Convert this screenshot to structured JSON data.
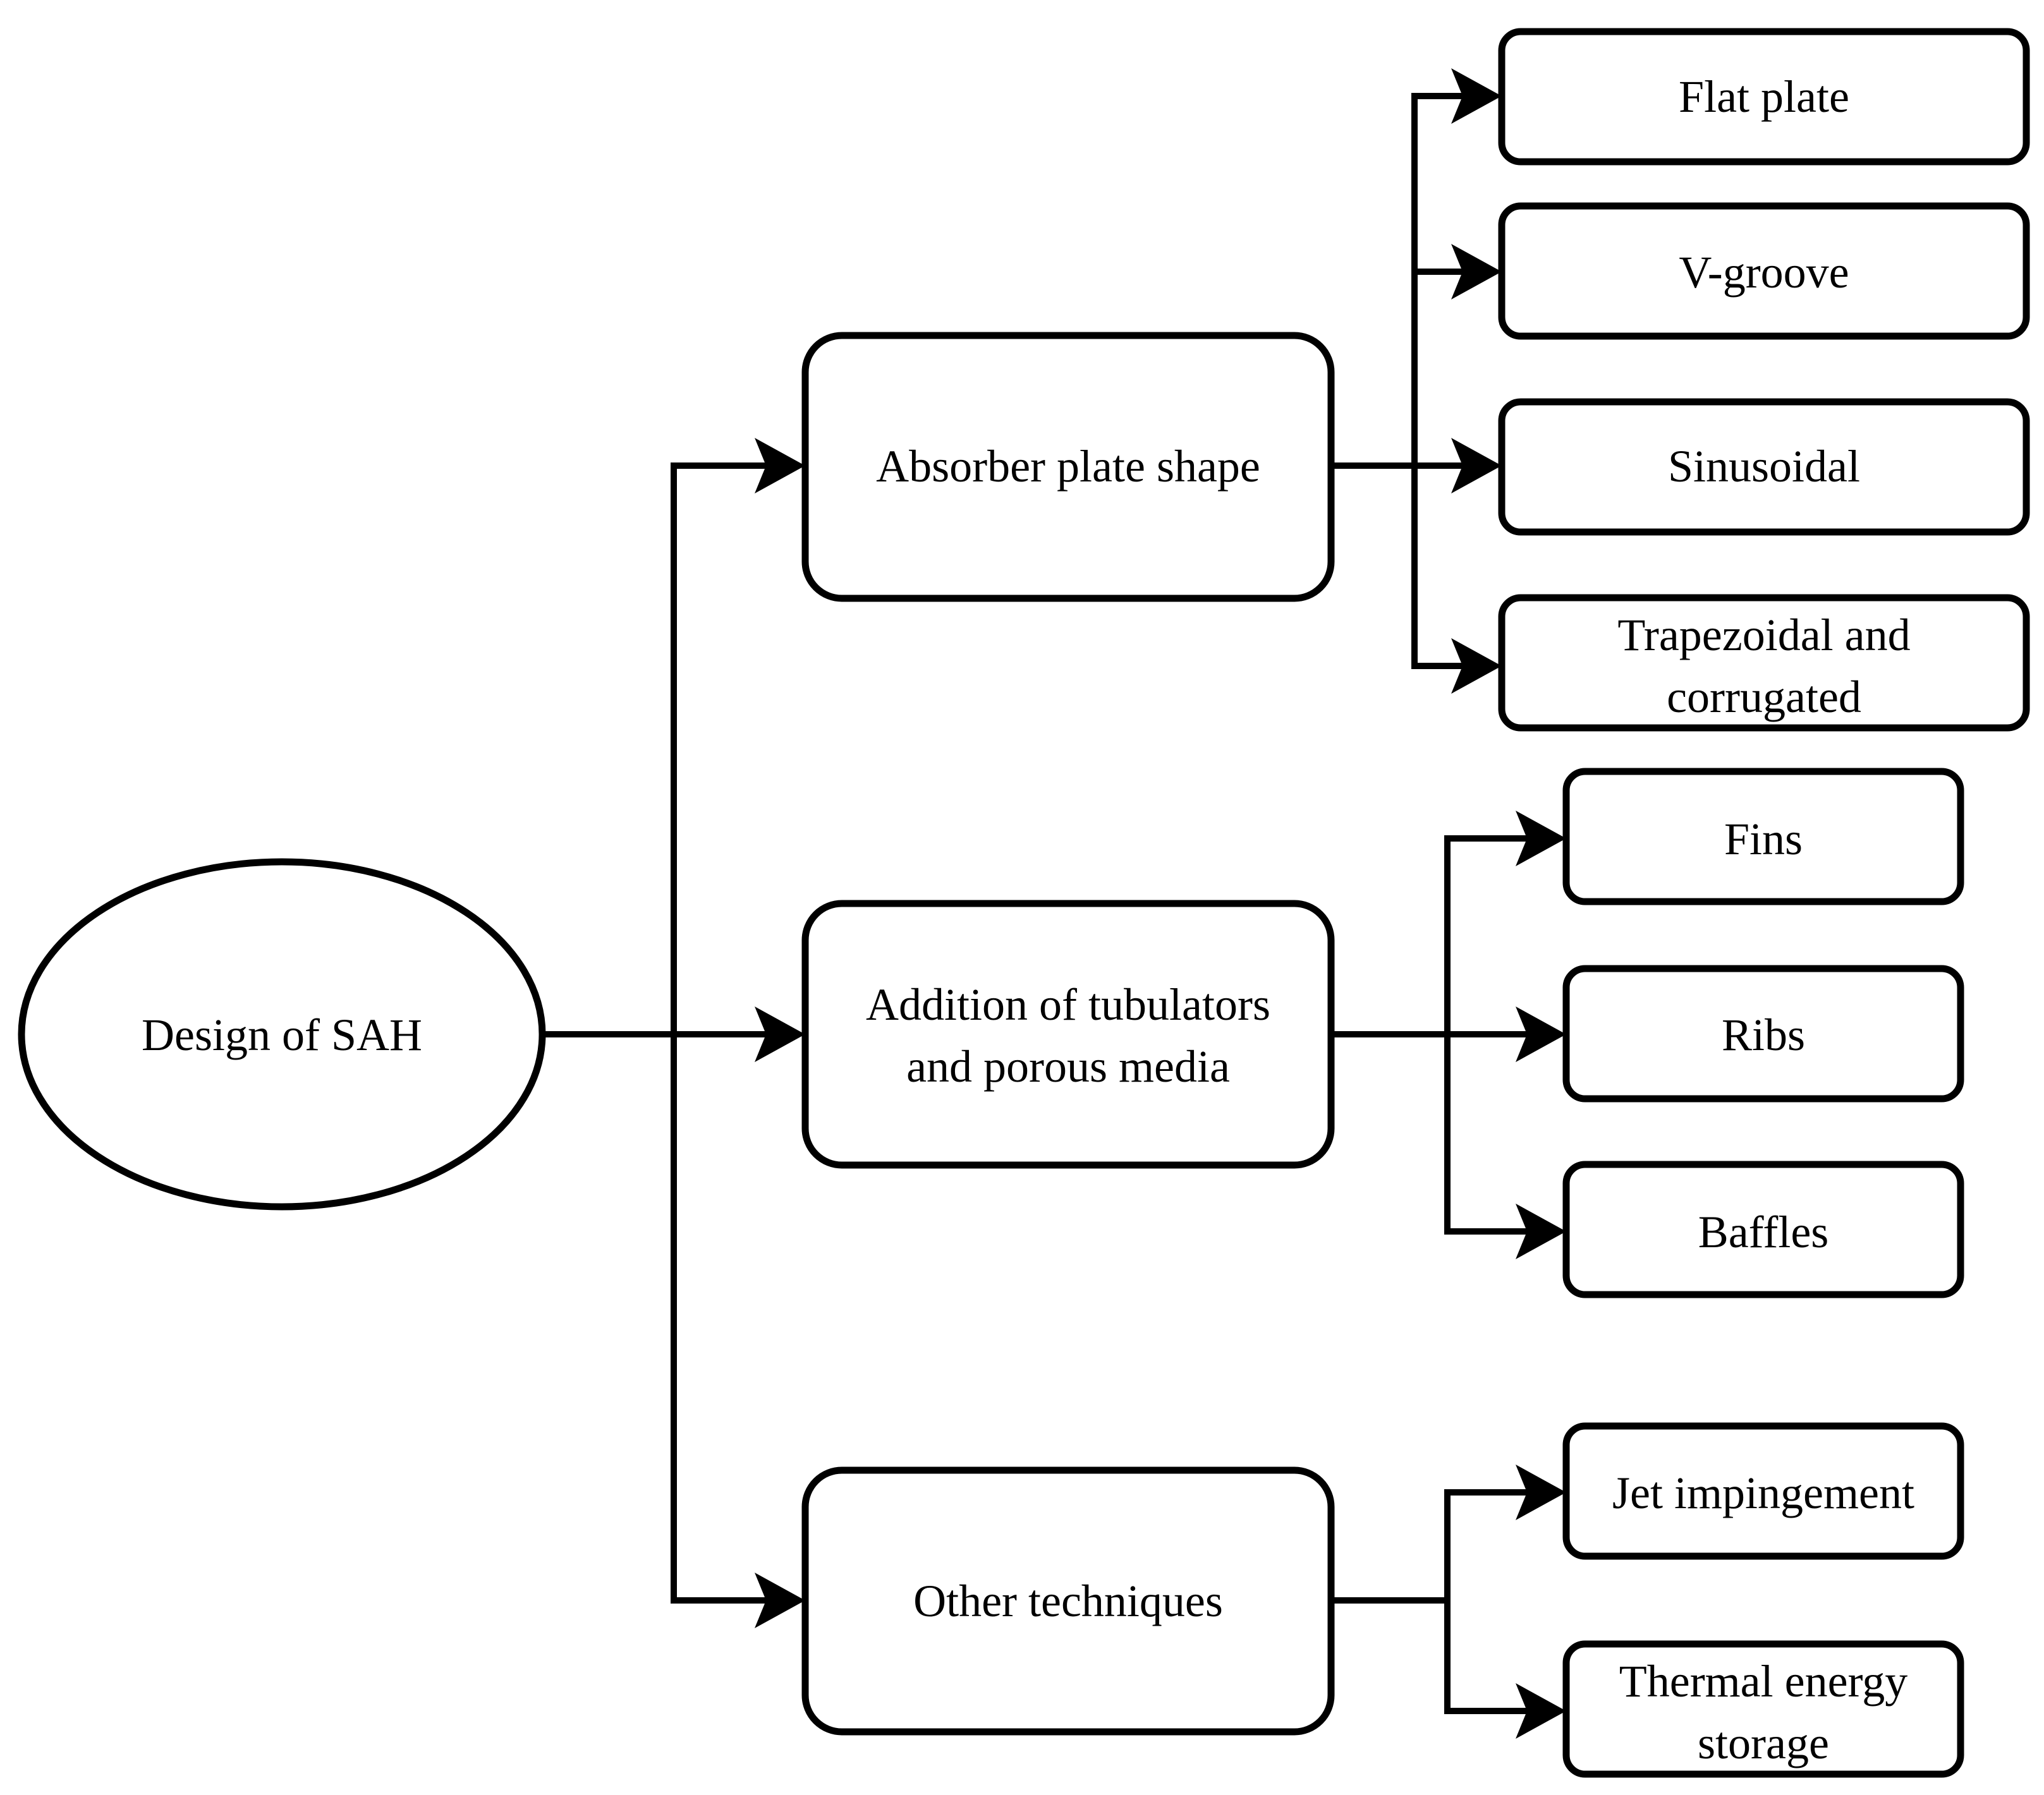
{
  "root": {
    "label": "Design of SAH"
  },
  "categories": [
    {
      "lines": [
        "Absorber plate shape"
      ],
      "children": [
        {
          "lines": [
            "Flat plate"
          ]
        },
        {
          "lines": [
            "V-groove"
          ]
        },
        {
          "lines": [
            "Sinusoidal"
          ]
        },
        {
          "lines": [
            "Trapezoidal and",
            "corrugated"
          ]
        }
      ]
    },
    {
      "lines": [
        "Addition of tubulators",
        "and porous media"
      ],
      "children": [
        {
          "lines": [
            "Fins"
          ]
        },
        {
          "lines": [
            "Ribs"
          ]
        },
        {
          "lines": [
            "Baffles"
          ]
        }
      ]
    },
    {
      "lines": [
        "Other techniques"
      ],
      "children": [
        {
          "lines": [
            "Jet impingement"
          ]
        },
        {
          "lines": [
            "Thermal energy",
            "storage"
          ]
        }
      ]
    }
  ],
  "colors": {
    "stroke": "#000000",
    "fill": "#ffffff",
    "text": "#000000"
  }
}
